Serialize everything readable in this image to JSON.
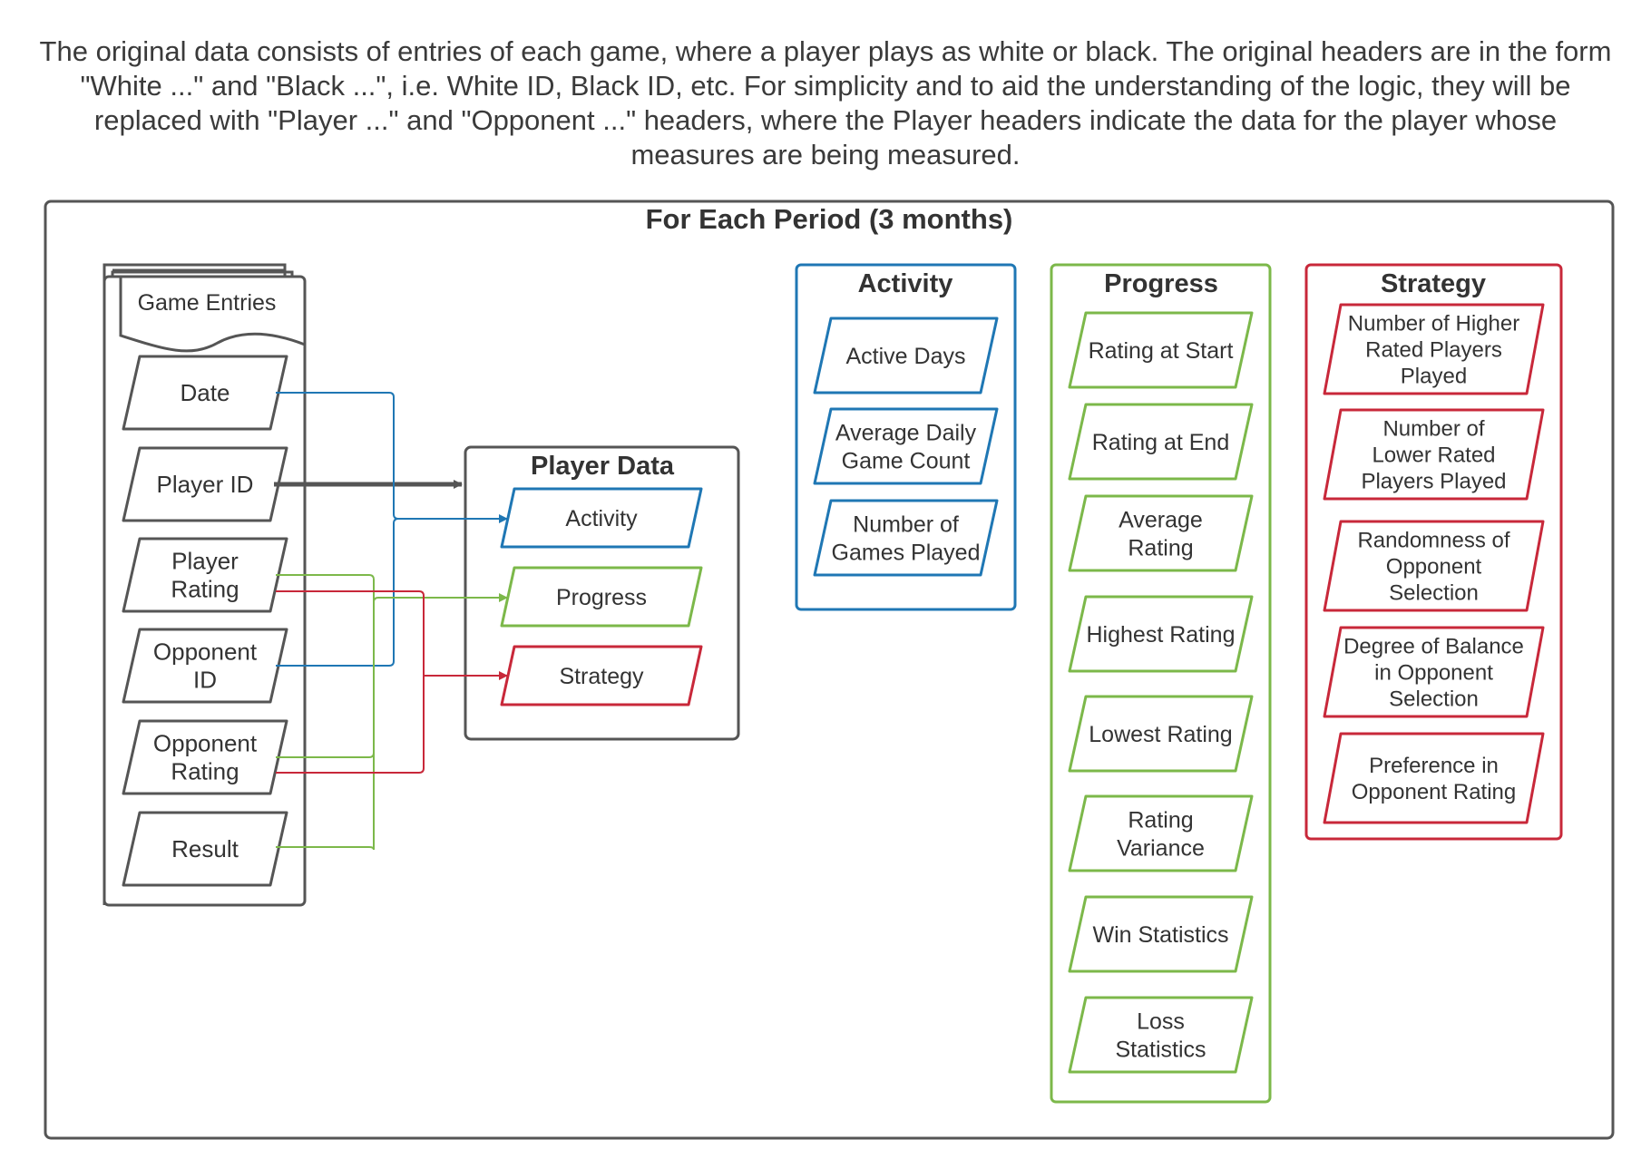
{
  "intro": "The original data consists of entries of each game, where a player plays as white or black. The original headers are in the form \"White ...\" and \"Black ...\", i.e. White ID, Black ID, etc. For simplicity and to aid the understanding of the logic, they will be replaced with \"Player ...\" and \"Opponent ...\" headers, where the Player headers indicate the data for the player whose measures are being measured.",
  "period_title": "For Each Period (3 months)",
  "colors": {
    "gray": "#555555",
    "blue": "#1f77b4",
    "green": "#7cb84a",
    "red": "#c8283a"
  },
  "game_entries": {
    "title": "Game Entries",
    "fields": [
      [
        "Date"
      ],
      [
        "Player ID"
      ],
      [
        "Player",
        "Rating"
      ],
      [
        "Opponent",
        "ID"
      ],
      [
        "Opponent",
        "Rating"
      ],
      [
        "Result"
      ]
    ]
  },
  "player_data": {
    "title": "Player Data",
    "items": [
      [
        "Activity"
      ],
      [
        "Progress"
      ],
      [
        "Strategy"
      ]
    ]
  },
  "activity": {
    "title": "Activity",
    "items": [
      [
        "Active Days"
      ],
      [
        "Average Daily",
        "Game Count"
      ],
      [
        "Number of",
        "Games Played"
      ]
    ]
  },
  "progress": {
    "title": "Progress",
    "items": [
      [
        "Rating at Start"
      ],
      [
        "Rating at End"
      ],
      [
        "Average",
        "Rating"
      ],
      [
        "Highest Rating"
      ],
      [
        "Lowest Rating"
      ],
      [
        "Rating",
        "Variance"
      ],
      [
        "Win Statistics"
      ],
      [
        "Loss",
        "Statistics"
      ]
    ]
  },
  "strategy": {
    "title": "Strategy",
    "items": [
      [
        "Number of Higher",
        "Rated Players",
        "Played"
      ],
      [
        "Number of",
        "Lower Rated",
        "Players Played"
      ],
      [
        "Randomness of",
        "Opponent",
        "Selection"
      ],
      [
        "Degree of Balance",
        "in Opponent",
        "Selection"
      ],
      [
        "Preference in",
        "Opponent Rating"
      ]
    ]
  }
}
